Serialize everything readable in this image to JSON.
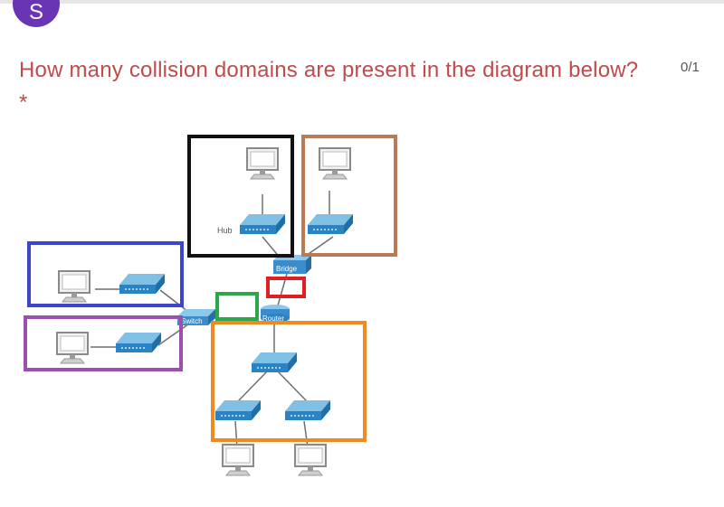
{
  "header": {
    "avatar_initial": "S"
  },
  "question": {
    "text": "How many collision domains are present in the diagram below? *",
    "score": "0/1"
  },
  "diagram": {
    "labels": {
      "hub": "Hub",
      "bridge": "Bridge",
      "switch": "Switch",
      "router": "Router"
    },
    "highlight_colors": {
      "hub_domain": "#111111",
      "bridge_top_domain": "#b97a55",
      "switch_upper_domain": "#3d45c8",
      "switch_lower_domain": "#9b4fb0",
      "switch_router_link": "#2aa84a",
      "bridge_router_link": "#e02020",
      "router_lower_domain": "#f08a20"
    }
  }
}
